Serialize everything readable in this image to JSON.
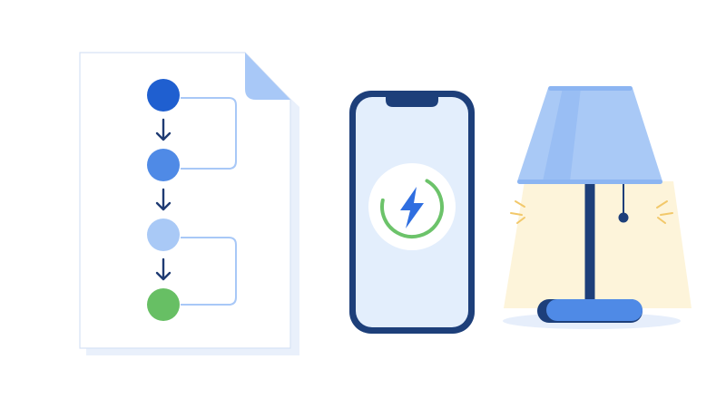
{
  "colors": {
    "background": "#ffffff",
    "paper": "#ffffff",
    "paper_stroke": "#d6e2f5",
    "paper_shadow": "#e9f0fb",
    "fold": "#a8c8f7",
    "node_1": "#1f5fd0",
    "node_2": "#4f8ae6",
    "node_3": "#a9c9f6",
    "node_4": "#67bf64",
    "arrow": "#1f3b73",
    "bracket": "#a8c8f7",
    "phone_frame": "#1d3f7a",
    "phone_screen": "#e3eefc",
    "charge_ring": "#6cc36a",
    "bolt": "#2f6ee0",
    "lamp_shade": "#a9c9f6",
    "lamp_shade_dark": "#8cb5f2",
    "lamp_pole": "#1d3f7a",
    "lamp_base": "#4f8ae6",
    "lamp_glow": "#fdf3d6",
    "lamp_rays": "#f2c86a",
    "floor_shadow": "#e6eefb"
  },
  "illustration": {
    "document": {
      "icon": "flowchart-document-icon",
      "steps": 4
    },
    "phone": {
      "icon": "smartphone-icon",
      "badge": "charging-bolt-icon",
      "charge_level": 0.7
    },
    "lamp": {
      "icon": "table-lamp-icon",
      "state": "on"
    }
  }
}
